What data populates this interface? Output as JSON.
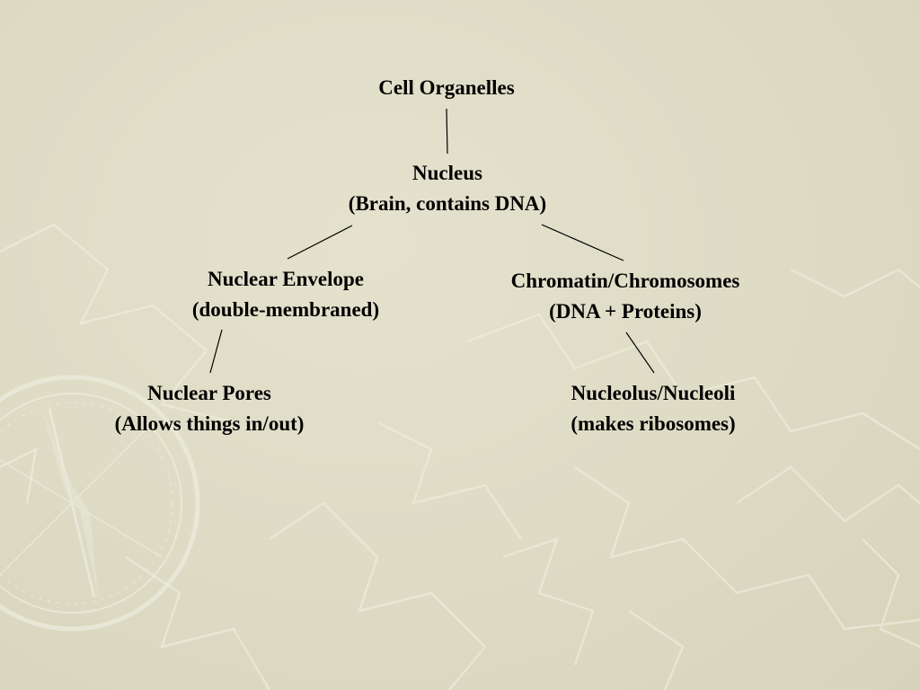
{
  "diagram": {
    "root": {
      "title": "Cell Organelles"
    },
    "nucleus": {
      "title": "Nucleus",
      "desc": "(Brain, contains DNA)"
    },
    "envelope": {
      "title": "Nuclear Envelope",
      "desc": "(double-membraned)"
    },
    "chromatin": {
      "title": "Chromatin/Chromosomes",
      "desc": "(DNA + Proteins)"
    },
    "pores": {
      "title": "Nuclear Pores",
      "desc": "(Allows things in/out)"
    },
    "nucleolus": {
      "title": "Nucleolus/Nucleoli",
      "desc": "(makes ribosomes)"
    }
  },
  "colors": {
    "background": "#dedcc6",
    "pattern": "#ecebdc",
    "text": "#000000",
    "connector": "#000000"
  }
}
